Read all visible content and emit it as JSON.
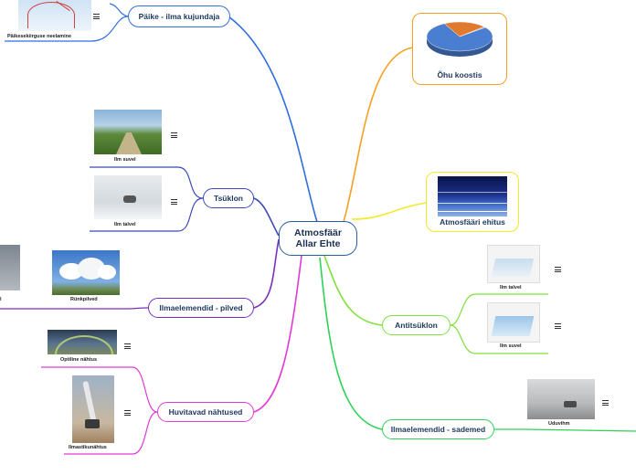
{
  "root": {
    "line1": "Atmosfäär",
    "line2": "Allar Ehte"
  },
  "branches": {
    "paike": "Päike - ilma kujundaja",
    "tsuklon": "Tsüklon",
    "pilved": "Ilmaelemendid - pilved",
    "huvitavad": "Huvitavad nähtused",
    "ohk": "Õhu koostis",
    "ehitus": "Atmosfääri ehitus",
    "antitsuklon": "Antitsüklon",
    "sademed": "Ilmaelemendid - sademed"
  },
  "images": {
    "paikesekiirgus": "Päikesekiirguse neelamine",
    "tsuklon_suvi": "Ilm suvel",
    "tsuklon_talv": "Ilm talvel",
    "rankpilved": "Rünkpilved",
    "optiline": "Optiline nähtus",
    "ilmastik": "Ilmastikunähtus",
    "anti_talv": "Ilm talvel",
    "anti_suvi": "Ilm suvel",
    "uduvihm": "Uduvihm"
  },
  "colors": {
    "paike": "#2f6fe0",
    "tsuklon": "#3a48b8",
    "pilved": "#7a2fbf",
    "huvitavad": "#e03ad6",
    "ohk": "#f5a020",
    "ehitus": "#f2ea28",
    "antitsuklon": "#7fe03a",
    "sademed": "#2fd05a"
  },
  "chart_data": {
    "type": "pie",
    "values": [
      78,
      21,
      1
    ],
    "colors": [
      "#4a7ed0",
      "#e07a2e",
      "#a8a8a8"
    ]
  }
}
